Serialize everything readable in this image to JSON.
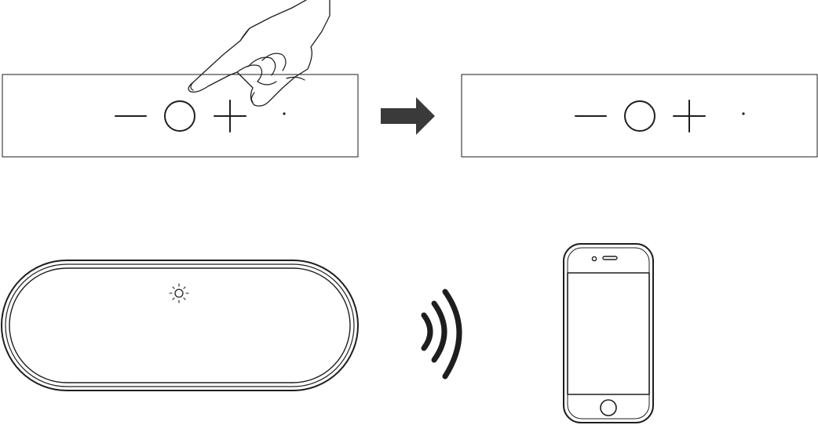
{
  "diagram": {
    "caption": "",
    "steps": [
      {
        "id": "press-power",
        "description": ""
      },
      {
        "id": "released",
        "description": ""
      },
      {
        "id": "pairing",
        "description": ""
      }
    ],
    "control_panel": {
      "controls": [
        "volume-down",
        "power",
        "volume-up",
        "indicator-light"
      ]
    },
    "icons": [
      "minus-icon",
      "power-button-icon",
      "plus-icon",
      "indicator-dot-icon",
      "hand-icon",
      "arrow-right-icon",
      "light-blink-icon",
      "wireless-signal-icon",
      "smartphone-icon"
    ],
    "colors": {
      "line": "#1e1e1e",
      "arrow": "#3a3a3a",
      "background": "#ffffff"
    }
  }
}
